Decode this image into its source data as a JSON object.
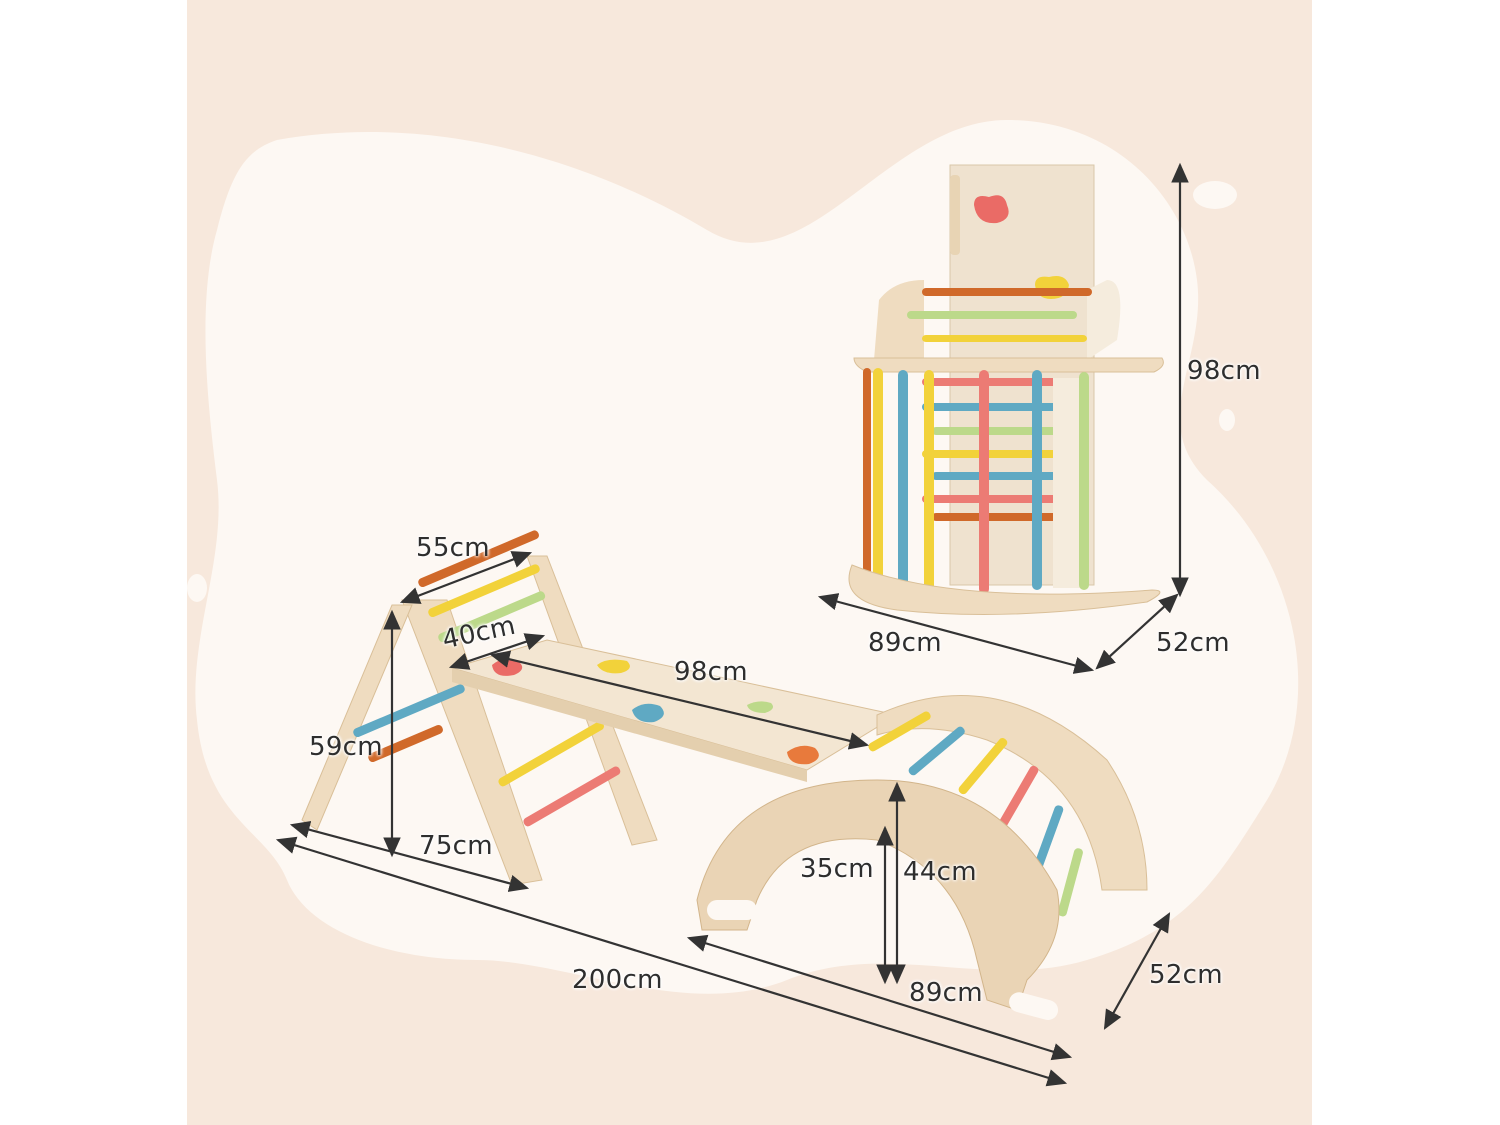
{
  "product": {
    "description": "Wooden climbing set dimension diagram",
    "colors": {
      "background": "#f7e8dc",
      "blob": "#fdf8f3",
      "wood": "#efdcc0",
      "wood_edge": "#d9bf98",
      "arrow": "#333333",
      "rung_orange": "#d0692a",
      "rung_yellow": "#f2d23a",
      "rung_green": "#bcd98a",
      "rung_blue": "#5fa9c3",
      "rung_pink": "#ec7b74",
      "hold_red": "#ea6b66"
    }
  },
  "dimensions": {
    "tower_height": "98cm",
    "tower_width": "89cm",
    "tower_depth": "52cm",
    "triangle_top": "55cm",
    "ramp_width": "40cm",
    "ramp_length": "98cm",
    "triangle_height": "59cm",
    "triangle_base": "75cm",
    "arch_inner_height": "35cm",
    "arch_height": "44cm",
    "total_length": "200cm",
    "arch_length": "89cm",
    "arch_depth": "52cm"
  }
}
